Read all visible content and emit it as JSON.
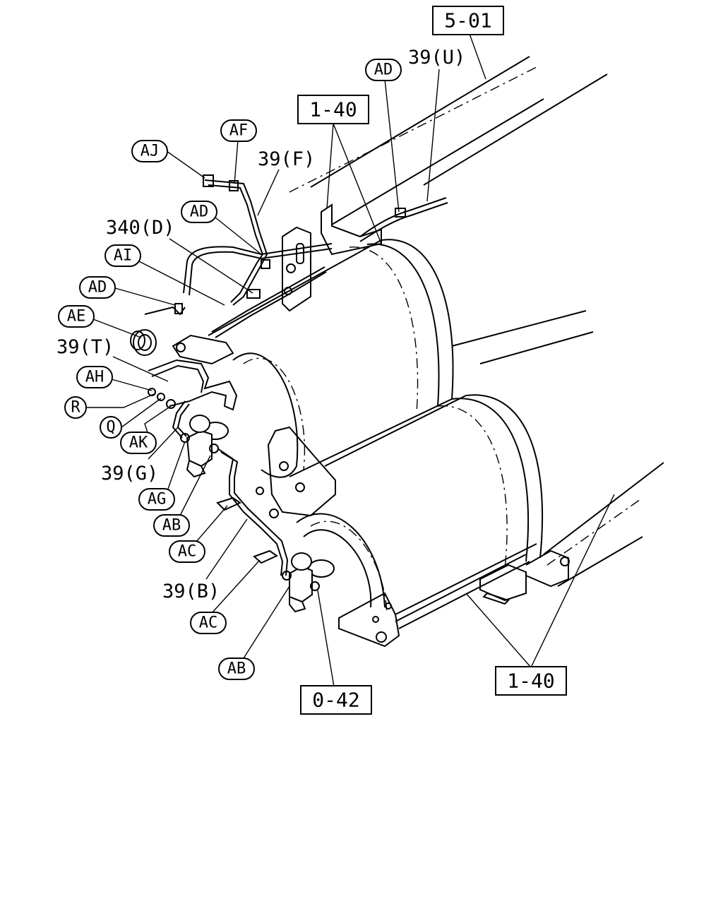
{
  "diagram": {
    "boxed_refs": {
      "ref_501": "5-01",
      "ref_140_top": "1-40",
      "ref_140_right": "1-40",
      "ref_042": "0-42"
    },
    "bubbles": {
      "ad_top": "AD",
      "af": "AF",
      "aj": "AJ",
      "ad_mid": "AD",
      "ai": "AI",
      "ad_left": "AD",
      "ae": "AE",
      "ah": "AH",
      "r": "R",
      "q": "Q",
      "ak": "AK",
      "ag": "AG",
      "ab_upper": "AB",
      "ac_upper": "AC",
      "ac_lower": "AC",
      "ab_lower": "AB"
    },
    "part_labels": {
      "p39u": "39(U)",
      "p39f": "39(F)",
      "p340d": "340(D)",
      "p39t": "39(T)",
      "p39g": "39(G)",
      "p39b": "39(B)"
    }
  }
}
